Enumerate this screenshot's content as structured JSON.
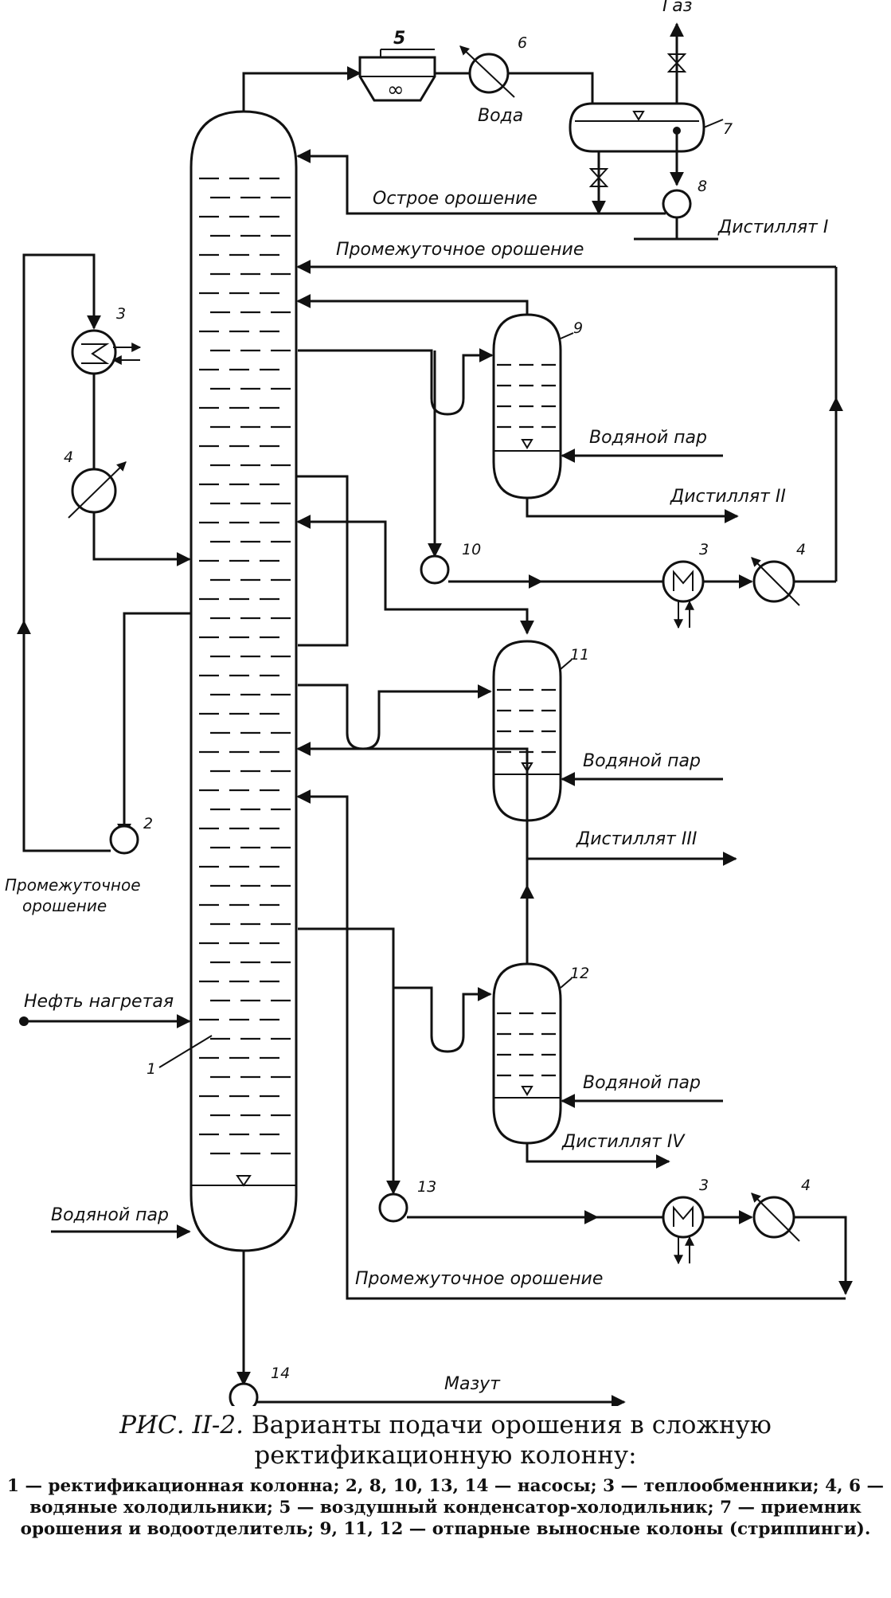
{
  "diagram": {
    "labels": {
      "gas": "Газ",
      "water": "Вода",
      "sharp_reflux": "Острое орошение",
      "intermediate_reflux_top": "Промежуточное орошение",
      "intermediate_reflux_left": "Промежуточное\nорошение",
      "intermediate_reflux_bottom": "Промежуточное орошение",
      "distillate_1": "Дистиллят I",
      "distillate_2": "Дистиллят II",
      "distillate_3": "Дистиллят III",
      "distillate_4": "Дистиллят IV",
      "steam_9": "Водяной пар",
      "steam_11": "Водяной пар",
      "steam_12": "Водяной пар",
      "steam_main": "Водяной пар",
      "crude_feed": "Нефть нагретая",
      "fuel_oil": "Мазут"
    },
    "numbers": {
      "column": "1",
      "pump_left": "2",
      "exchanger_left": "3",
      "cooler_left": "4",
      "condenser": "5",
      "water_cooler_top": "6",
      "receiver": "7",
      "pump_top": "8",
      "stripper_1": "9",
      "pump_mid": "10",
      "stripper_2": "11",
      "stripper_3": "12",
      "pump_low": "13",
      "pump_bottom": "14",
      "exchanger_mid": "3",
      "cooler_mid": "4",
      "exchanger_low": "3",
      "cooler_low": "4"
    }
  },
  "caption": {
    "lead": "РИС. II-2.",
    "title": "Варианты подачи орошения в сложную ректификационную колонну:",
    "legend": "1 — ректификационная колонна; 2, 8, 10, 13, 14 — насосы; 3 — теплообменники; 4, 6 — водяные холодильники; 5 — воздушный конденсатор-холодильник; 7 — приемник орошения и водоотделитель; 9, 11, 12 — отпарные выносные колоны (стриппинги)."
  }
}
